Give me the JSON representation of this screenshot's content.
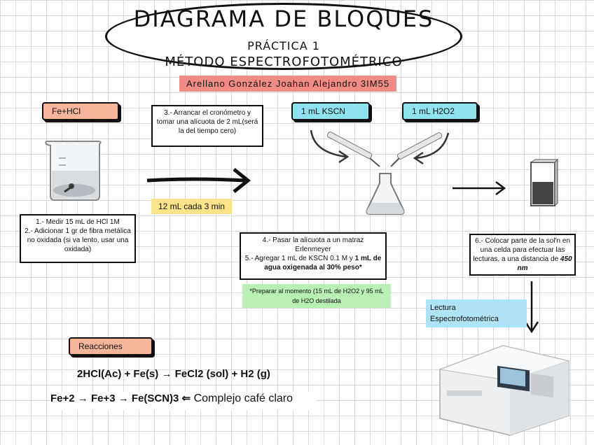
{
  "title": {
    "main": "DIAGRAMA DE BLOQUES",
    "sub": "PRÁCTICA 1",
    "method": "MÉTODO ESPECTROFOTOMÉTRICO"
  },
  "author": "Arellano González Joahan Alejandro 3IM55",
  "tags": {
    "fehcl": "Fe+HCl",
    "kscn": "1 mL KSCN",
    "h2o2": "1 mL H2O2",
    "reacciones": "Reacciones",
    "lectura": "Lectura Espectrofotométrica"
  },
  "steps": {
    "step1": "1.- Medir 15 mL de HCl 1M",
    "step2": "2.- Adicionar 1 gr de fibra metálica no oxidada (si va lento, usar una oxidada)",
    "step3": "3.- Arrancar el cronómetro y tomar una alícuota de 2 mL(será la del tiempo cero)",
    "step4": "4.- Pasar la alícuota a un matraz Erlenmeyer",
    "step5_a": "5.- Agregar 1 mL de KSCN 0.1 M y ",
    "step5_b": "1 mL de agua oxigenada al 30% peso*",
    "step6_a": "6.- Colocar parte de la sol'n en una celda para efectuar las lecturas, a una distancia de ",
    "step6_b": "450 nm"
  },
  "notes": {
    "interval": "12 mL cada 3 min",
    "prep": "*Preparar al momento (15 mL de H2O2 y 95 mL de H2O destilada"
  },
  "reactions": {
    "eq1": "2HCl(Ac) + Fe(s) → FeCl2 (sol) + H2 (g)",
    "eq2_formula": "Fe+2 → Fe+3 → Fe(SCN)3 ⇐",
    "eq2_text": "Complejo café claro"
  },
  "icons": [
    "beaker-icon",
    "arrow-icon",
    "erlenmeyer-icon",
    "pipette-icon",
    "cuvette-icon",
    "spectrophotometer-icon"
  ]
}
